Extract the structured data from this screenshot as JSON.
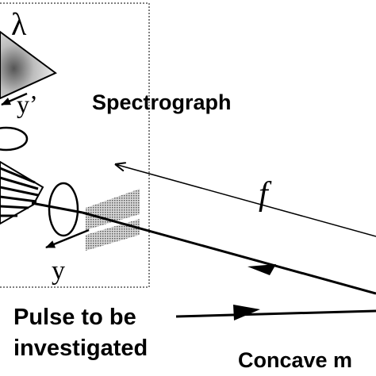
{
  "diagram": {
    "labels": {
      "lambda": "λ",
      "y_prime": "y’",
      "spectrograph": "Spectrograph",
      "f": "f",
      "y": "y",
      "pulse_line1": "Pulse to be",
      "pulse_line2": "investigated",
      "mirror": "Concave m"
    },
    "colors": {
      "ink": "#000000",
      "prism_fill": "#cfcfcf",
      "grating": "#8a8a8a",
      "background": "#ffffff"
    }
  }
}
